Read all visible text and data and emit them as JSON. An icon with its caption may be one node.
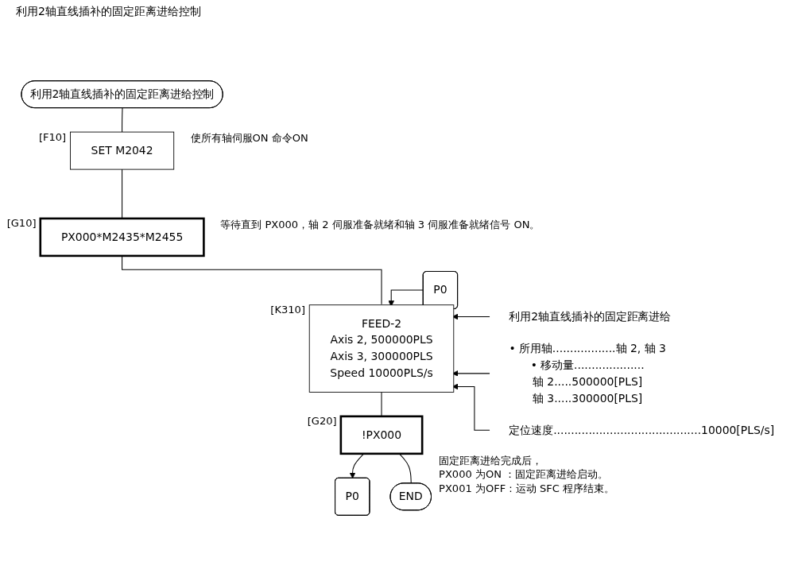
{
  "diagram": {
    "title": "利用2轴直线插补的固定距离进给控制",
    "nodes": [
      {
        "text": [
          "利用2轴直线插补的固定距离进给控制"
        ]
      },
      {
        "text": [
          "SET M2042"
        ],
        "beside": [
          "[F10]",
          "使所有轴伺服ON 命令ON"
        ]
      },
      {
        "text": [
          "PX000*M2435*M2455"
        ],
        "beside": [
          "[G10]",
          "等待直到 PX000，轴 2 伺服准备就绪和轴 3 伺服准备就绪信号 ON。"
        ]
      },
      {
        "text": [
          "P0"
        ]
      },
      {
        "text": [
          "FEED-2",
          "Axis 2, 500000PLS",
          "Axis 3, 300000PLS",
          "Speed 10000PLS/s"
        ],
        "beside": [
          "[K310]"
        ]
      },
      {
        "text": [
          "利用2轴直线插补的固定距离进给"
        ]
      },
      {
        "text": [
          "• 所用轴..................轴 2, 轴 3",
          "• 移动量....................",
          "轴 2.....500000[PLS]",
          "轴 3.....300000[PLS]"
        ]
      },
      {
        "text": [
          "定位速度..........................................10000[PLS/s]"
        ]
      },
      {
        "text": [
          "!PX000"
        ],
        "beside": [
          "[G20]",
          "固定距离进给完成后，",
          "PX000 为ON ：固定距离进给启动。",
          "PX001 为OFF : 运动 SFC 程序结束。"
        ]
      },
      {
        "text": [
          "P0"
        ]
      },
      {
        "text": [
          "END"
        ]
      }
    ],
    "edges": [
      {
        "from": 0,
        "to": 1,
        "arrow": "none"
      },
      {
        "from": 1,
        "to": 2,
        "arrow": "none"
      },
      {
        "from": 2,
        "to": 4,
        "arrow": "none"
      },
      {
        "from": 3,
        "to": 4,
        "arrow": "to"
      },
      {
        "from": 5,
        "to": 4,
        "arrow": "to"
      },
      {
        "from": 6,
        "to": 4,
        "arrow": "to"
      },
      {
        "from": 7,
        "to": 4,
        "arrow": "to"
      },
      {
        "from": 4,
        "to": 8,
        "arrow": "none"
      },
      {
        "from": 8,
        "to": 9,
        "arrow": "to"
      },
      {
        "from": 8,
        "to": 10,
        "arrow": "none"
      }
    ]
  }
}
